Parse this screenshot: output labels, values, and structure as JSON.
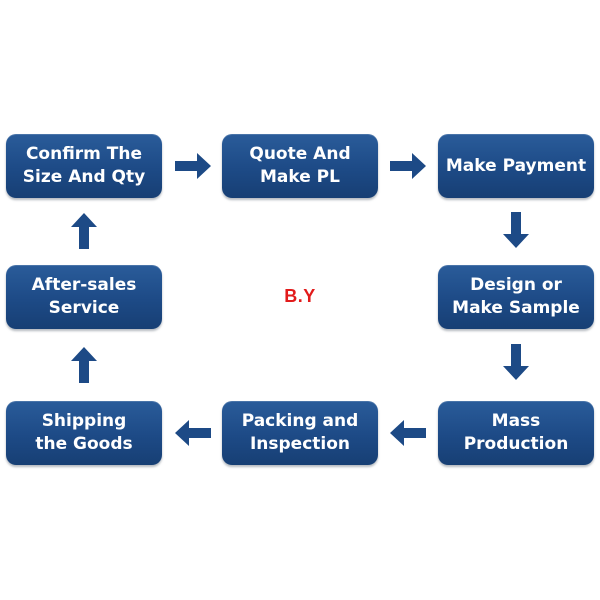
{
  "steps": {
    "confirm": "Confirm The\nSize And Qty",
    "quote": "Quote And\nMake PL",
    "payment": "Make Payment",
    "design": "Design or\nMake Sample",
    "mass": "Mass\nProduction",
    "packing": "Packing and\nInspection",
    "shipping": "Shipping\nthe Goods",
    "aftersales": "After-sales\nService"
  },
  "brand": "B.Y",
  "colors": {
    "box": "#1d4a86",
    "arrow": "#1d4a86",
    "brand": "#e21b1b"
  }
}
